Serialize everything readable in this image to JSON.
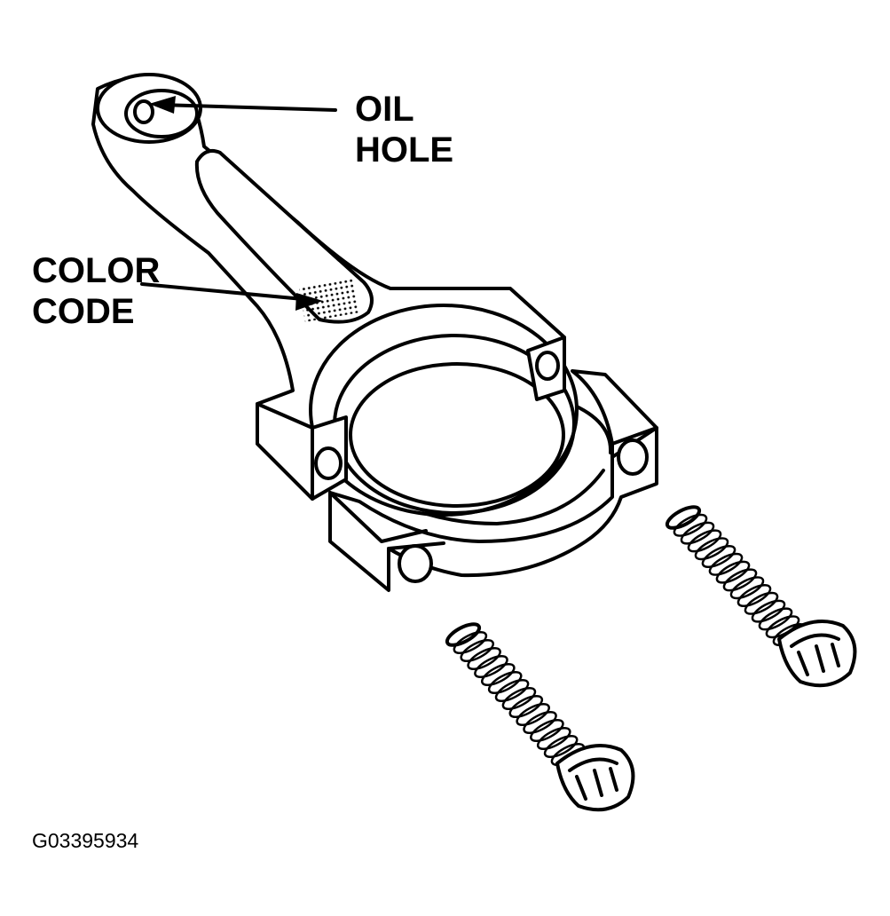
{
  "labels": {
    "oil_hole": [
      "OIL",
      "HOLE"
    ],
    "color_code": [
      "COLOR",
      "CODE"
    ]
  },
  "figure_id": "G03395934",
  "colors": {
    "ink": "#000000",
    "paper": "#ffffff"
  }
}
